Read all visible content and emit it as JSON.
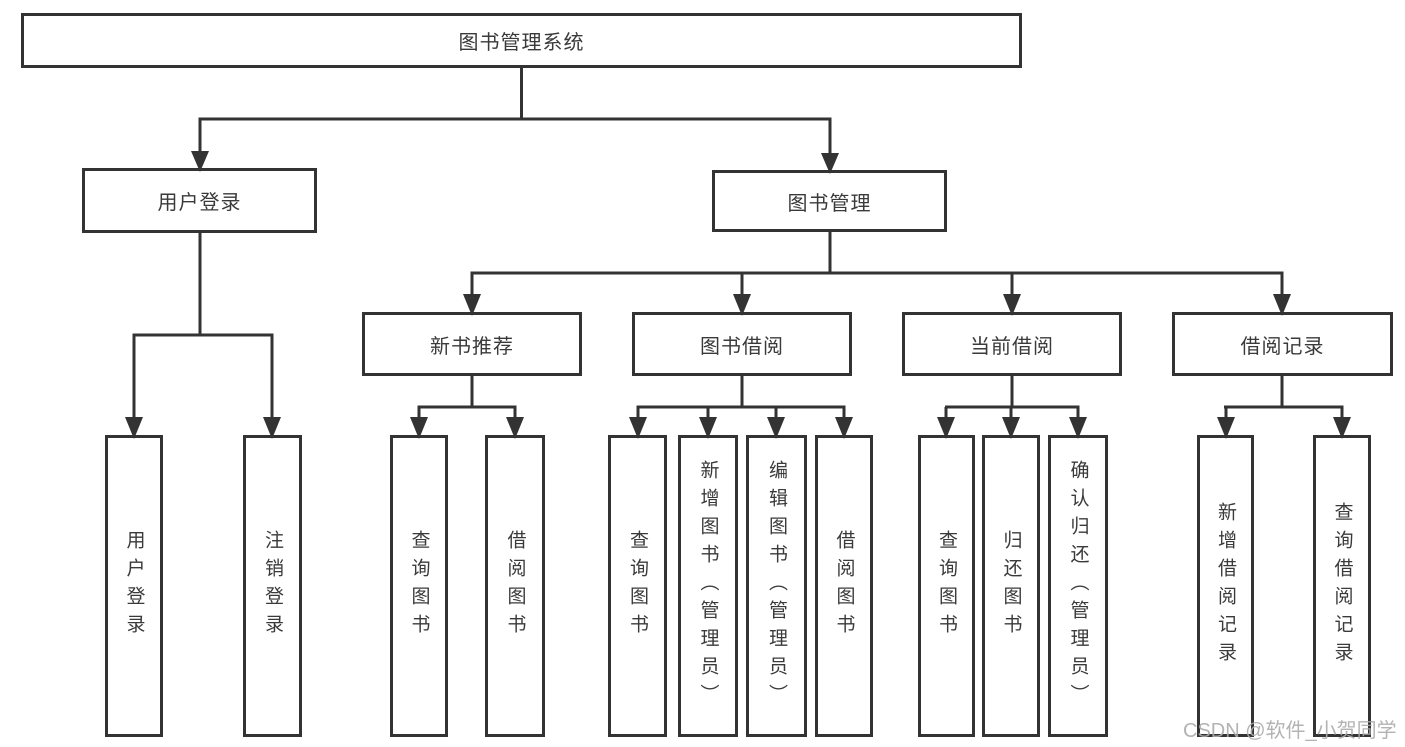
{
  "diagram": {
    "root": {
      "label": "图书管理系统"
    },
    "level2": [
      {
        "label": "用户登录"
      },
      {
        "label": "图书管理"
      }
    ],
    "level3": [
      {
        "label": "新书推荐",
        "parent": "图书管理"
      },
      {
        "label": "图书借阅",
        "parent": "图书管理"
      },
      {
        "label": "当前借阅",
        "parent": "图书管理"
      },
      {
        "label": "借阅记录",
        "parent": "图书管理"
      }
    ],
    "leaves": [
      {
        "label": "用户登录",
        "parent": "用户登录"
      },
      {
        "label": "注销登录",
        "parent": "用户登录"
      },
      {
        "label": "查询图书",
        "parent": "新书推荐"
      },
      {
        "label": "借阅图书",
        "parent": "新书推荐"
      },
      {
        "label": "查询图书",
        "parent": "图书借阅"
      },
      {
        "label": "新增图书（管理员）",
        "parent": "图书借阅"
      },
      {
        "label": "编辑图书（管理员）",
        "parent": "图书借阅"
      },
      {
        "label": "借阅图书",
        "parent": "图书借阅"
      },
      {
        "label": "查询图书",
        "parent": "当前借阅"
      },
      {
        "label": "归还图书",
        "parent": "当前借阅"
      },
      {
        "label": "确认归还（管理员）",
        "parent": "当前借阅"
      },
      {
        "label": "新增借阅记录",
        "parent": "借阅记录"
      },
      {
        "label": "查询借阅记录",
        "parent": "借阅记录"
      }
    ]
  },
  "watermark": "CSDN @软件_小贺同学",
  "colors": {
    "line": "#333333",
    "box_border": "#333333",
    "box_background": "#ffffff",
    "text": "#3a3a3a",
    "watermark": "#ababab"
  }
}
